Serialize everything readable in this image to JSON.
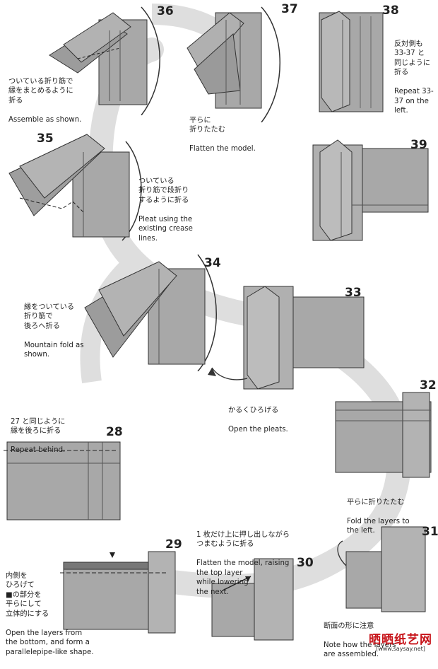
{
  "steps": [
    {
      "num": "36",
      "ja": "ついている折り筋で\n縁をまとめるように\n折る",
      "en": "Assemble as shown."
    },
    {
      "num": "37",
      "ja": "平らに\n折りたたむ",
      "en": "Flatten the model."
    },
    {
      "num": "38",
      "ja": "反対側も\n33-37 と\n同じように\n折る",
      "en": "Repeat 33-\n37 on the\nleft."
    },
    {
      "num": "35",
      "ja": "ついている\n折り筋で段折り\nするように折る",
      "en": "Pleat using the\nexisting crease\nlines."
    },
    {
      "num": "39",
      "ja": "",
      "en": ""
    },
    {
      "num": "34",
      "ja": "縁をついている\n折り筋で\n後ろへ折る",
      "en": "Mountain fold as\nshown."
    },
    {
      "num": "33",
      "ja": "かるくひろげる",
      "en": "Open the pleats."
    },
    {
      "num": "32",
      "ja": "平らに折りたたむ",
      "en": "Fold the layers to\nthe left."
    },
    {
      "num": "28",
      "ja": "27 と同じように\n縁を後ろに折る",
      "en": "Repeat behind."
    },
    {
      "num": "29",
      "ja": "内側を\nひろげて\n■の部分を\n平らにして\n立体的にする",
      "en": "Open the layers from\nthe bottom, and form a\nparallelepipe-like shape."
    },
    {
      "num": "30",
      "ja": "1 枚だけ上に押し出しながら\nつまむように折る",
      "en": "Flatten the model, raising\nthe top layer\nwhile lowering\nthe next."
    },
    {
      "num": "31",
      "ja": "断面の形に注意",
      "en": "Note how the layers\nare assembled."
    }
  ],
  "watermark": {
    "logo": "晒晒纸艺网",
    "url": "[www.saysay.net]"
  },
  "colors": {
    "paper": "#a8a8a8",
    "paper_dark": "#8a8a8a",
    "path": "#dcdcdc",
    "line": "#333333"
  }
}
